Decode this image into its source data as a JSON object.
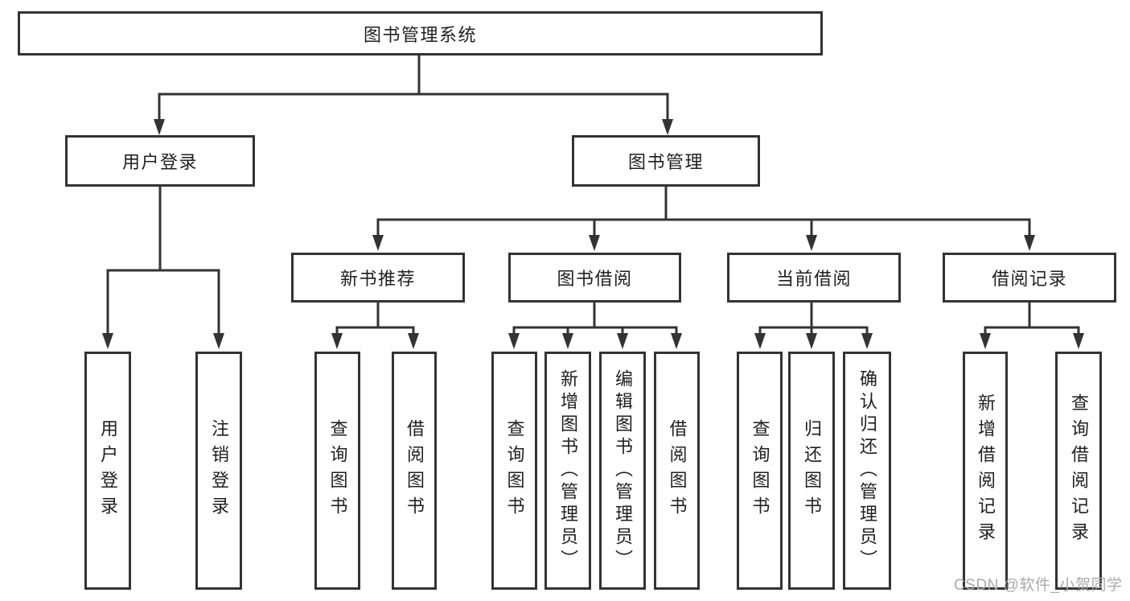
{
  "diagram": {
    "root": {
      "label": "图书管理系统"
    },
    "level2": [
      {
        "label": "用户登录"
      },
      {
        "label": "图书管理"
      }
    ],
    "user_login_children": [
      {
        "label": "用户登录"
      },
      {
        "label": "注销登录"
      }
    ],
    "book_mgmt_sections": [
      {
        "label": "新书推荐",
        "children": [
          {
            "label": "查询图书"
          },
          {
            "label": "借阅图书"
          }
        ]
      },
      {
        "label": "图书借阅",
        "children": [
          {
            "label": "查询图书"
          },
          {
            "label": "新增图书（管理员）"
          },
          {
            "label": "编辑图书（管理员）"
          },
          {
            "label": "借阅图书"
          }
        ]
      },
      {
        "label": "当前借阅",
        "children": [
          {
            "label": "查询图书"
          },
          {
            "label": "归还图书"
          },
          {
            "label": "确认归还（管理员）"
          }
        ]
      },
      {
        "label": "借阅记录",
        "children": [
          {
            "label": "新增借阅记录"
          },
          {
            "label": "查询借阅记录"
          }
        ]
      }
    ]
  },
  "watermark": {
    "text": "CSDN @软件_小贺同学",
    "color": "#aaaaaa"
  },
  "colors": {
    "background": "#ffffff",
    "line": "#333333",
    "box_border": "#333333",
    "text": "#1f1f1f"
  }
}
